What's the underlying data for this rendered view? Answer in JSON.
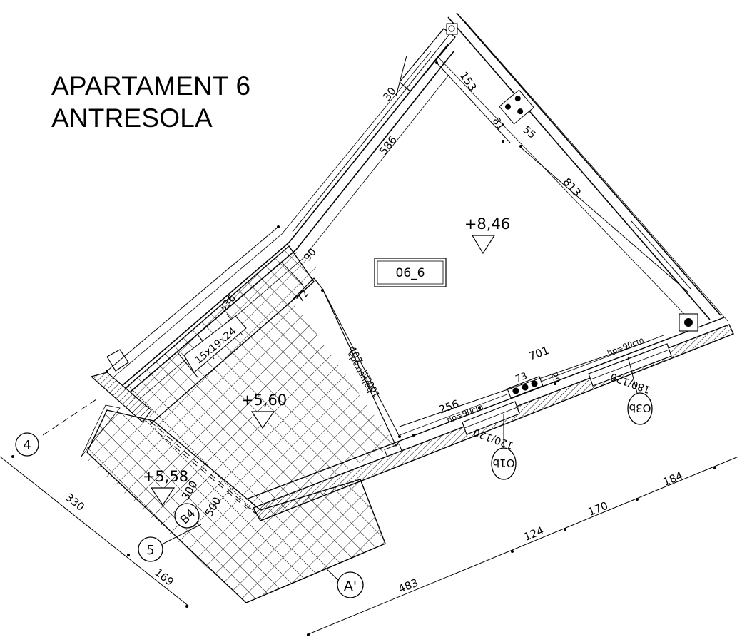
{
  "title": {
    "line1": "APARTAMENT 6",
    "line2": "ANTRESOLA"
  },
  "room": {
    "code": "06_6"
  },
  "levels": {
    "main": "+8,46",
    "terrace": "+5,60",
    "lower": "+5,58"
  },
  "stairs": {
    "spec": "15x19x24"
  },
  "axes": {
    "axis_4": "4",
    "axis_5": "5",
    "axis_a": "A'",
    "axis_b4": "B4"
  },
  "windows": {
    "w1_tag": "O1b",
    "w1_size": "120/120",
    "w1_hp": "hp=90cm",
    "w2_tag": "O3b",
    "w2_size": "180/120",
    "w2_hp": "hp=90cm"
  },
  "balustrade": {
    "line1": "balustrada",
    "line2": "100cm"
  },
  "dimensions": {
    "d30": "30",
    "d153": "153",
    "d81": "81",
    "d55": "55",
    "d586": "586",
    "d813": "813",
    "d90": "90",
    "d336": "336",
    "d72": "72",
    "d407": "407",
    "d701": "701",
    "d256": "256",
    "d73": "73",
    "d29": "29",
    "d300": "300",
    "d500": "500",
    "d330": "330",
    "d169": "169",
    "d483": "483",
    "d124": "124",
    "d170": "170",
    "d184": "184"
  }
}
